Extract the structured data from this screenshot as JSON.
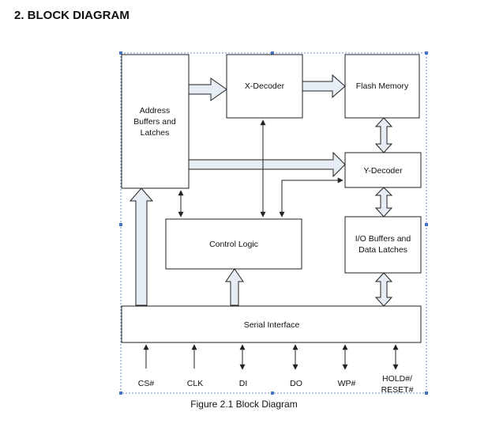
{
  "section": {
    "heading": "2. BLOCK DIAGRAM"
  },
  "diagram": {
    "blocks": {
      "address": [
        "Address",
        "Buffers and",
        "Latches"
      ],
      "x_decoder": "X-Decoder",
      "flash_memory": "Flash Memory",
      "y_decoder": "Y-Decoder",
      "control_logic": "Control Logic",
      "io_buffers": [
        "I/O Buffers and",
        "Data Latches"
      ],
      "serial_interface": "Serial Interface"
    },
    "pins": {
      "cs": "CS#",
      "clk": "CLK",
      "di": "DI",
      "do": "DO",
      "wp": "WP#",
      "hold": [
        "HOLD#/",
        "RESET#"
      ]
    }
  },
  "caption": "Figure 2.1 Block Diagram",
  "colors": {
    "block_fill": "#ffffff",
    "fat_arrow_fill": "#e6edf5",
    "stroke": "#222222",
    "selection": "#4472c4"
  }
}
